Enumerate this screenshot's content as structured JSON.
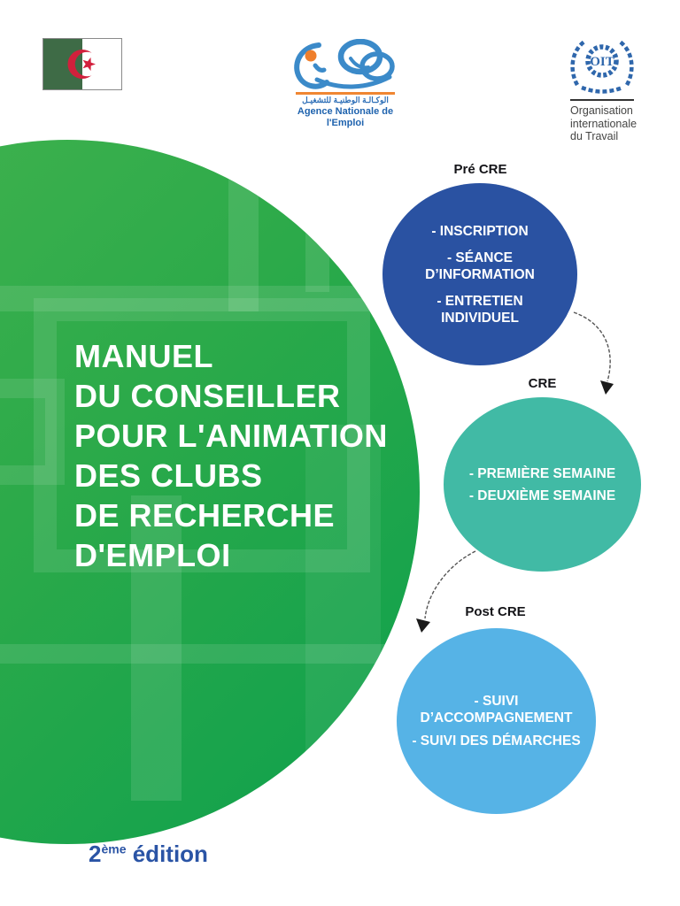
{
  "header": {
    "flag": {
      "country": "Algeria",
      "green": "#3e6b46",
      "red": "#d2203c"
    },
    "anem": {
      "arabic_name": "الوكـالـة الوطنيـة للتشغيـل",
      "french_name": "Agence Nationale de l'Emploi",
      "blue": "#2e78bd",
      "orange": "#f08632"
    },
    "oit": {
      "acronym": "OIT",
      "name_lines": [
        "Organisation",
        "internationale",
        "du Travail"
      ],
      "blue": "#2f67ac"
    }
  },
  "title": {
    "lines": [
      "MANUEL",
      "DU CONSEILLER",
      "POUR L'ANIMATION",
      "DES CLUBS",
      "DE RECHERCHE",
      "D'EMPLOI"
    ]
  },
  "diagram": {
    "stages": [
      {
        "label": "Pré CRE",
        "color": "#2a52a2",
        "items": [
          "- INSCRIPTION",
          "- SÉANCE D’INFORMATION",
          "- ENTRETIEN INDIVIDUEL"
        ]
      },
      {
        "label": "CRE",
        "color": "#41baa5",
        "items": [
          "- PREMIÈRE SEMAINE",
          "- DEUXIÈME SEMAINE"
        ]
      },
      {
        "label": "Post CRE",
        "color": "#56b3e6",
        "items": [
          "- SUIVI D’ACCOMPAGNEMENT",
          "- SUIVI DES DÉMARCHES"
        ]
      }
    ]
  },
  "footer": {
    "edition_number": "2",
    "edition_sup": "ème",
    "edition_word": " édition"
  }
}
